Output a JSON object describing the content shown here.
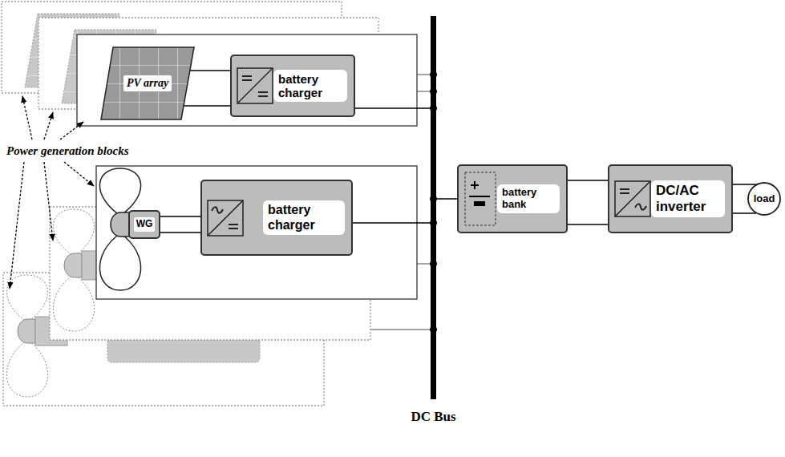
{
  "diagram": {
    "nodes": [
      {
        "text": [
          "PV array"
        ]
      },
      {
        "text": [
          "battery charger"
        ]
      },
      {
        "text": [
          "WG"
        ]
      },
      {
        "text": [
          "battery charger"
        ]
      },
      {
        "text": [
          "DC Bus"
        ]
      },
      {
        "text": [
          "battery bank"
        ]
      },
      {
        "text": [
          "DC/AC inverter"
        ]
      },
      {
        "text": [
          "load"
        ]
      }
    ],
    "edges": [
      {
        "from": 0,
        "to": 1,
        "arrow": "none"
      },
      {
        "from": 1,
        "to": 4,
        "arrow": "none"
      },
      {
        "from": 2,
        "to": 3,
        "arrow": "none"
      },
      {
        "from": 3,
        "to": 4,
        "arrow": "none"
      },
      {
        "from": 4,
        "to": 5,
        "arrow": "none"
      },
      {
        "from": 5,
        "to": 6,
        "arrow": "none"
      },
      {
        "from": 6,
        "to": 7,
        "arrow": "none"
      }
    ],
    "labels": [
      "Power generation blocks"
    ]
  }
}
